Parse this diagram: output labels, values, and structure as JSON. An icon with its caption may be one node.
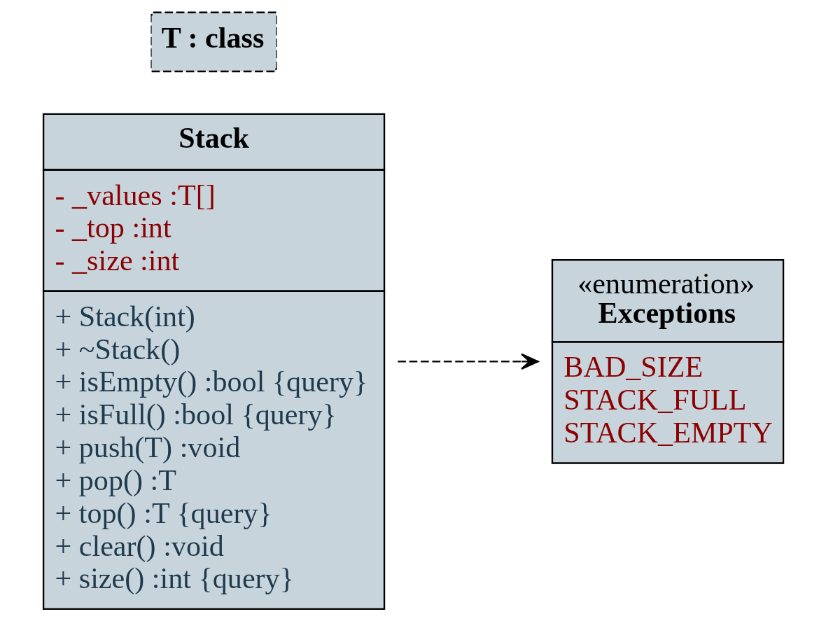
{
  "diagram": {
    "nodes": [
      {
        "text": [
          "Stack",
          "- _values :T[]",
          "- _top :int",
          "- _size :int",
          "+ Stack(int)",
          "+ ~Stack()",
          "+ isEmpty() :bool {query}",
          "+ isFull() :bool {query}",
          "+ push(T) :void",
          "+ pop() :T",
          "+ top() :T {query}",
          "+ clear() :void",
          "+ size() :int {query}"
        ]
      },
      {
        "text": [
          "T : class"
        ]
      },
      {
        "text": [
          "«enumeration»",
          "Exceptions",
          "BAD_SIZE",
          "STACK_FULL",
          "STACK_EMPTY"
        ]
      }
    ],
    "edges": [
      {
        "from": 0,
        "to": 2,
        "arrow": "to",
        "style": "dashed"
      }
    ]
  }
}
